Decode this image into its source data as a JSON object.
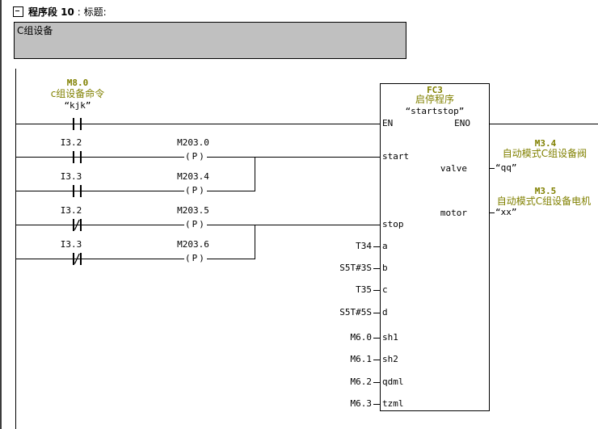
{
  "colors": {
    "symbol_olive": "#808000",
    "comment_bg": "#c0c0c0",
    "line": "#000000"
  },
  "network_header": {
    "collapse_icon": "minus-box",
    "network_label": "程序段  10",
    "separator": ":",
    "title_label": "标题:",
    "comment_text": "C组设备"
  },
  "rung1": {
    "address": "M8.0",
    "symbol_comment": "c组设备命令",
    "symbol_name": "“kjk”",
    "contact_type": "NO"
  },
  "rung2": {
    "contact": "I3.2",
    "contact_type": "NO",
    "coil": "M203.0",
    "coil_type": "(P)"
  },
  "rung3": {
    "contact": "I3.3",
    "contact_type": "NO",
    "coil": "M203.4",
    "coil_type": "(P)"
  },
  "rung4": {
    "contact": "I3.2",
    "contact_type": "NC",
    "coil": "M203.5",
    "coil_type": "(P)"
  },
  "rung5": {
    "contact": "I3.3",
    "contact_type": "NC",
    "coil": "M203.6",
    "coil_type": "(P)"
  },
  "block": {
    "id": "FC3",
    "title": "启停程序",
    "symbol": "“startstop”",
    "en": "EN",
    "eno": "ENO",
    "start": "start",
    "stop": "stop",
    "params": [
      {
        "operand": "T34",
        "param": "a"
      },
      {
        "operand": "S5T#3S",
        "param": "b"
      },
      {
        "operand": "T35",
        "param": "c"
      },
      {
        "operand": "S5T#5S",
        "param": "d"
      },
      {
        "operand": "M6.0",
        "param": "sh1"
      },
      {
        "operand": "M6.1",
        "param": "sh2"
      },
      {
        "operand": "M6.2",
        "param": "qdml"
      },
      {
        "operand": "M6.3",
        "param": "tzml"
      }
    ],
    "outputs": [
      {
        "param": "valve",
        "address": "M3.4",
        "comment": "自动模式C组设备阀",
        "symbol": "“qq”"
      },
      {
        "param": "motor",
        "address": "M3.5",
        "comment": "自动模式C组设备电机",
        "symbol": "“xx”"
      }
    ]
  }
}
